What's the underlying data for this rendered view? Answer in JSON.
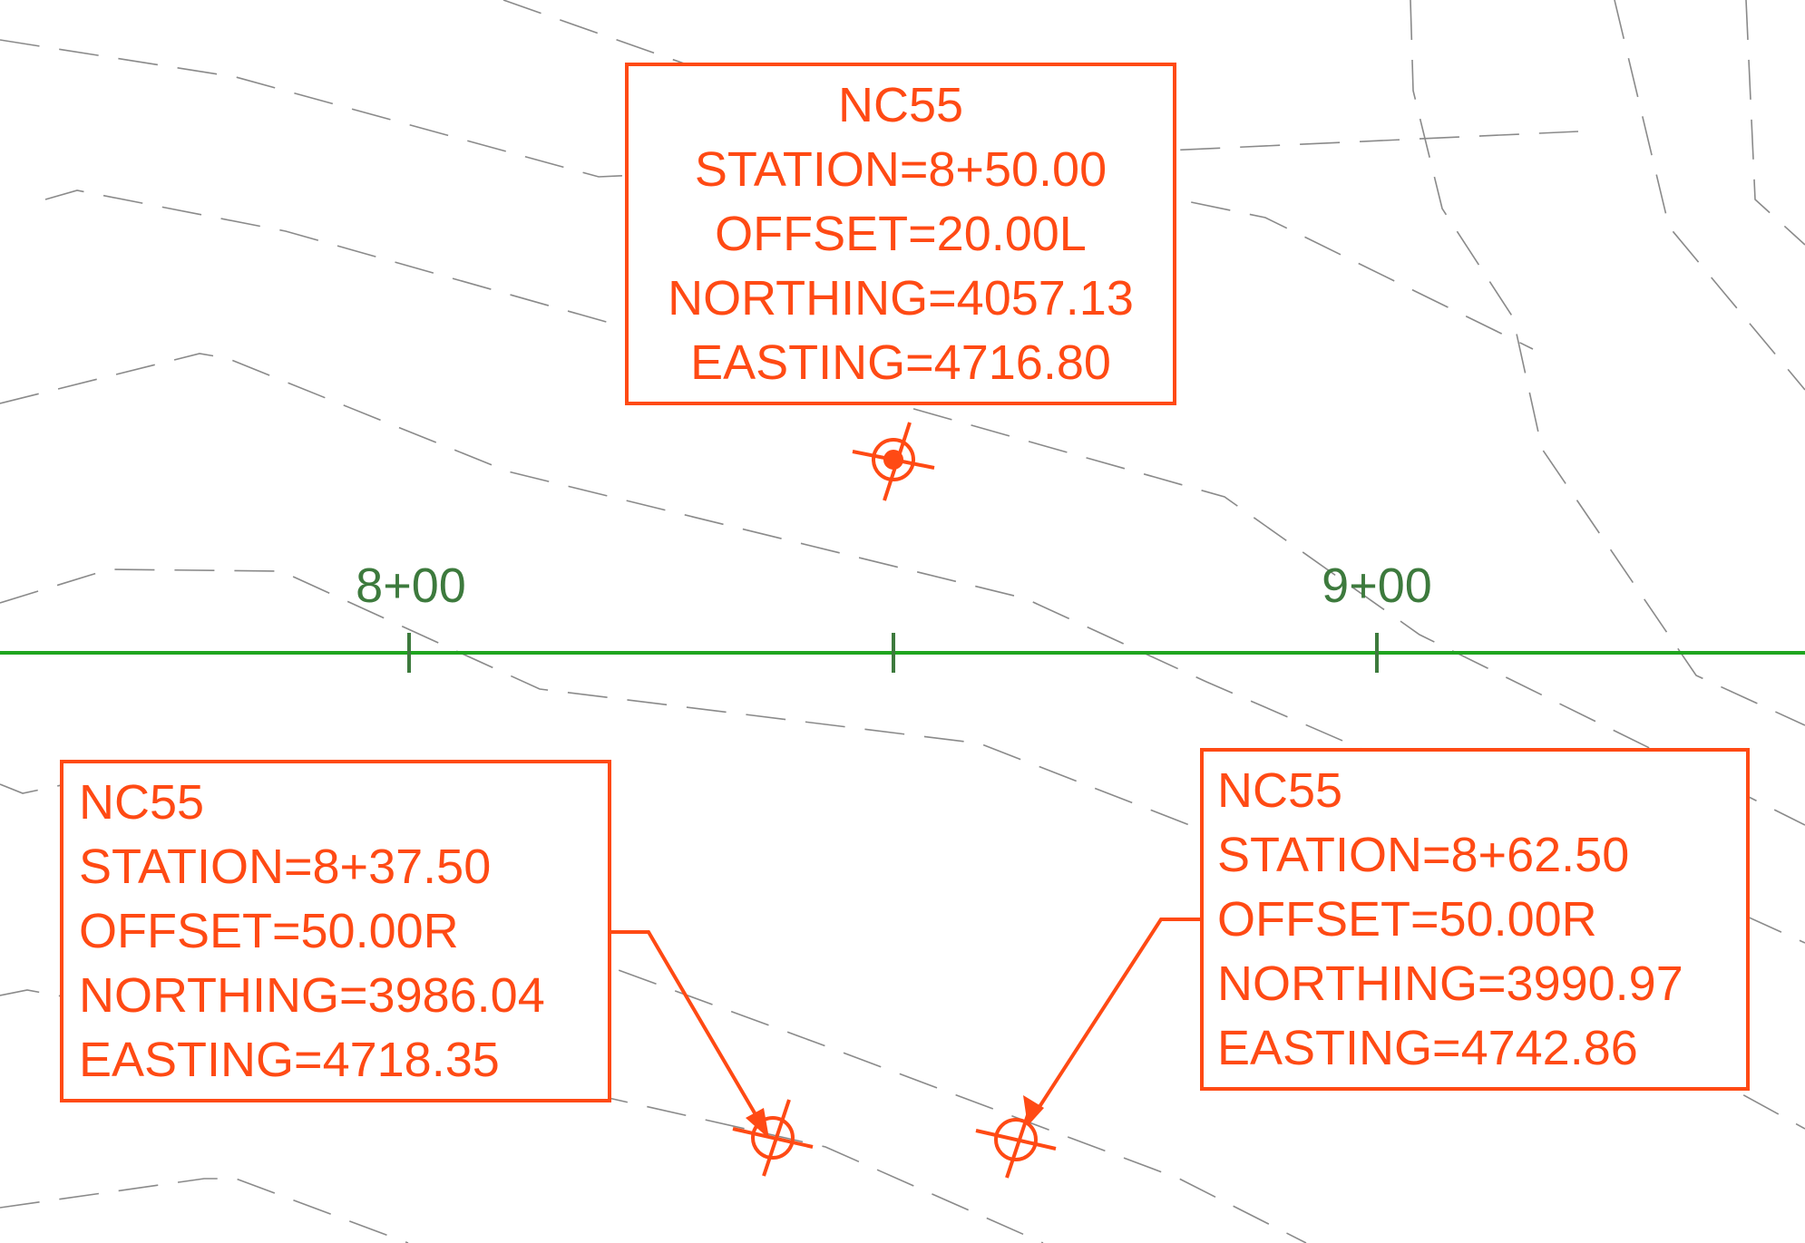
{
  "colors": {
    "label": "#FF4A14",
    "alignment": "#1FA51F",
    "station_text": "#3D7A3D",
    "contour": "#8A8A8A",
    "background": "#FFFFFF"
  },
  "alignment": {
    "station_labels": [
      "8+00",
      "9+00"
    ]
  },
  "labels": [
    {
      "id": "top",
      "name": "NC55",
      "station": "STATION=8+50.00",
      "offset": "OFFSET=20.00L",
      "northing": "NORTHING=4057.13",
      "easting": "EASTING=4716.80"
    },
    {
      "id": "left",
      "name": "NC55",
      "station": "STATION=8+37.50",
      "offset": "OFFSET=50.00R",
      "northing": "NORTHING=3986.04",
      "easting": "EASTING=4718.35"
    },
    {
      "id": "right",
      "name": "NC55",
      "station": "STATION=8+62.50",
      "offset": "OFFSET=50.00R",
      "northing": "NORTHING=3990.97",
      "easting": "EASTING=4742.86"
    }
  ]
}
